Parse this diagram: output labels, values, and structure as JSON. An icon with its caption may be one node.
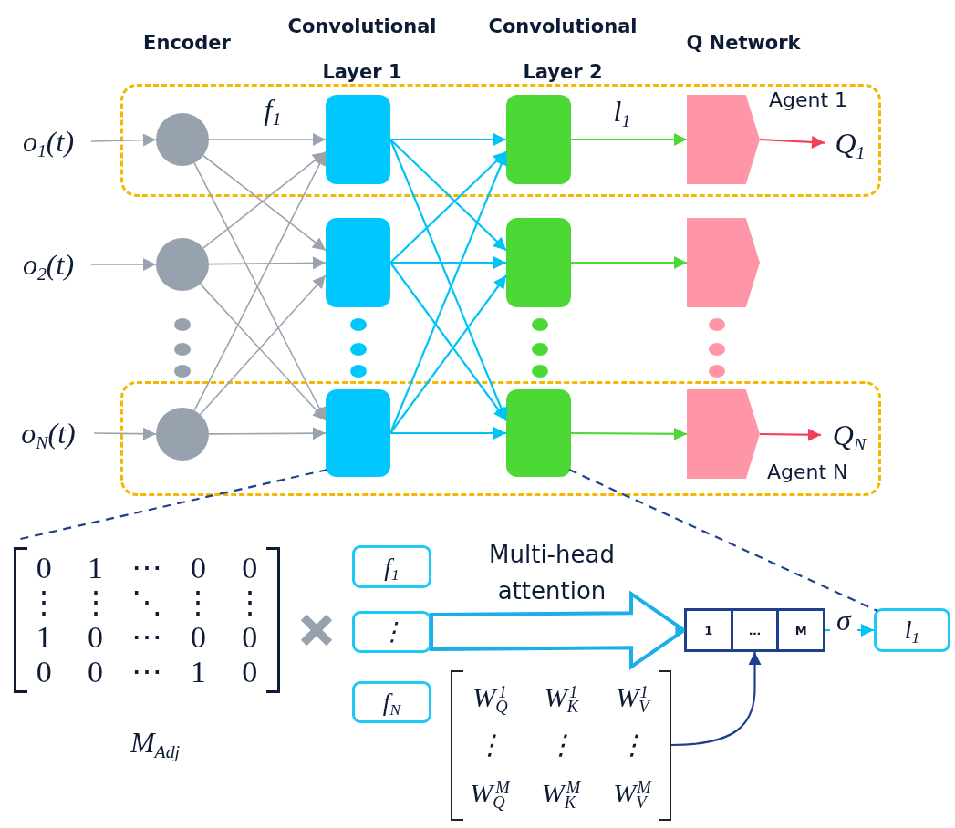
{
  "diagram": {
    "nodes": [
      {
        "text": [
          "Agent 1"
        ]
      },
      {
        "text": [
          "Agent N"
        ]
      },
      {
        "text": [
          "o$_{1}$(t)"
        ]
      },
      {
        "text": [
          "o$_{2}$(t)"
        ]
      },
      {
        "text": [
          "o$_{N}$(t)"
        ]
      },
      {
        "text": [],
        "shape": "circle",
        "in": 0
      },
      {
        "text": [],
        "shape": "circle"
      },
      {
        "text": [],
        "shape": "circle",
        "in": 1
      },
      {
        "text": [],
        "shape": "box",
        "in": 0
      },
      {
        "text": [],
        "shape": "box"
      },
      {
        "text": [],
        "shape": "box",
        "in": 1
      },
      {
        "text": [],
        "shape": "box",
        "in": 0
      },
      {
        "text": [],
        "shape": "box"
      },
      {
        "text": [],
        "shape": "box",
        "in": 1
      },
      {
        "text": [],
        "shape": "pentagon",
        "in": 0
      },
      {
        "text": [],
        "shape": "pentagon"
      },
      {
        "text": [],
        "shape": "pentagon",
        "in": 1
      },
      {
        "text": [
          "Q$_{1}$"
        ],
        "in": 0
      },
      {
        "text": [
          "Q$_{N}$"
        ],
        "in": 1
      },
      {
        "text": [
          "f$_{1}$"
        ]
      },
      {
        "text": [
          "⋮"
        ]
      },
      {
        "text": [
          "f$_{N}$"
        ]
      },
      {
        "text": [
          "1",
          "…",
          "M"
        ]
      },
      {
        "text": [
          "l$_{1}$"
        ]
      },
      {
        "text": [
          "W$_{Q}$$^{1}$",
          "W$_{K}$$^{1}$",
          "W$_{V}$$^{1}$",
          "⋮",
          "⋮",
          "⋮",
          "W$_{Q}$$^{M}$",
          "W$_{K}$$^{M}$",
          "W$_{V}$$^{M}$"
        ]
      },
      {
        "text": [
          "0",
          "1",
          "⋯",
          "0",
          "0",
          "⋮",
          "⋮",
          "⋱",
          "⋮",
          "⋮",
          "1",
          "0",
          "⋯",
          "0",
          "0",
          "0",
          "0",
          "⋯",
          "1",
          "0"
        ],
        "beside": [
          "M$_{Adj}$"
        ]
      }
    ],
    "edges": [
      {
        "from": 2,
        "to": 5,
        "arrow": "to"
      },
      {
        "from": 3,
        "to": 6,
        "arrow": "to"
      },
      {
        "from": 4,
        "to": 7,
        "arrow": "to"
      },
      {
        "from": 5,
        "to": 8,
        "arrow": "to",
        "label": "f$_{1}$"
      },
      {
        "from": 5,
        "to": 9,
        "arrow": "to"
      },
      {
        "from": 5,
        "to": 10,
        "arrow": "to"
      },
      {
        "from": 6,
        "to": 8,
        "arrow": "to"
      },
      {
        "from": 6,
        "to": 9,
        "arrow": "to"
      },
      {
        "from": 6,
        "to": 10,
        "arrow": "to"
      },
      {
        "from": 7,
        "to": 8,
        "arrow": "to"
      },
      {
        "from": 7,
        "to": 9,
        "arrow": "to"
      },
      {
        "from": 7,
        "to": 10,
        "arrow": "to"
      },
      {
        "from": 8,
        "to": 11,
        "arrow": "to",
        "color": "#00c3f5"
      },
      {
        "from": 8,
        "to": 12,
        "arrow": "to",
        "color": "#00c3f5"
      },
      {
        "from": 8,
        "to": 13,
        "arrow": "to",
        "color": "#00c3f5"
      },
      {
        "from": 9,
        "to": 11,
        "arrow": "to",
        "color": "#00c3f5"
      },
      {
        "from": 9,
        "to": 12,
        "arrow": "to",
        "color": "#00c3f5"
      },
      {
        "from": 9,
        "to": 13,
        "arrow": "to",
        "color": "#00c3f5"
      },
      {
        "from": 10,
        "to": 11,
        "arrow": "to",
        "color": "#00c3f5"
      },
      {
        "from": 10,
        "to": 12,
        "arrow": "to",
        "color": "#00c3f5"
      },
      {
        "from": 10,
        "to": 13,
        "arrow": "to",
        "color": "#00c3f5"
      },
      {
        "from": 11,
        "to": 14,
        "arrow": "to",
        "label": "l$_{1}$",
        "color": "#4cd936"
      },
      {
        "from": 12,
        "to": 15,
        "arrow": "to",
        "color": "#4cd936"
      },
      {
        "from": 13,
        "to": 16,
        "arrow": "to",
        "color": "#4cd936"
      },
      {
        "from": 14,
        "to": 17,
        "arrow": "to",
        "color": "#f0405a"
      },
      {
        "from": 16,
        "to": 18,
        "arrow": "to",
        "color": "#f0405a"
      },
      {
        "from": 10,
        "to": 25,
        "arrow": "none",
        "style": "dashed",
        "color": "#1f3f8f"
      },
      {
        "from": 13,
        "to": 23,
        "arrow": "none",
        "style": "dashed",
        "color": "#1f3f8f"
      },
      {
        "from": 20,
        "to": 22,
        "arrow": "to",
        "style": "thick",
        "color": "#1aaeea",
        "label": "Multi-head attention"
      },
      {
        "from": 24,
        "to": 22,
        "arrow": "to",
        "color": "#1f3f8f"
      },
      {
        "from": 22,
        "to": 23,
        "arrow": "to",
        "color": "#00c3f5",
        "label": "σ"
      }
    ],
    "labels": [
      "Convolutional Layer 1",
      "Convolutional Layer 2",
      "Encoder",
      "Q Network"
    ]
  }
}
